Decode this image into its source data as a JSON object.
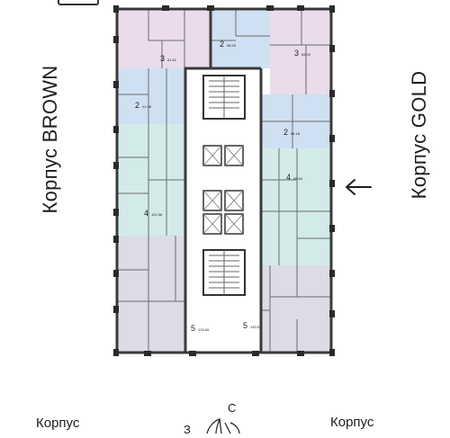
{
  "labels": {
    "left_building": "Корпус BROWN",
    "right_building": "Корпус GOLD",
    "bottom_left": "Корпус",
    "bottom_right": "Корпус"
  },
  "compass": {
    "north": "С",
    "west": "З"
  },
  "colors": {
    "pink": "#eadcea",
    "blue": "#cfe0f2",
    "teal": "#d2ebe8",
    "gray": "#dcdbe6",
    "wall": "#3a3a3a",
    "core": "#ffffff"
  },
  "apartments": [
    {
      "zone": "pink",
      "rooms": "3",
      "area": "81.61"
    },
    {
      "zone": "blue",
      "rooms": "2",
      "area": "58.25"
    },
    {
      "zone": "pink",
      "rooms": "3",
      "area": "84.09"
    },
    {
      "zone": "blue",
      "rooms": "2",
      "area": "41.98"
    },
    {
      "zone": "blue",
      "rooms": "2",
      "area": "55.18"
    },
    {
      "zone": "teal",
      "rooms": "4",
      "area": "95.84"
    },
    {
      "zone": "teal",
      "rooms": "4",
      "area": "102.56"
    },
    {
      "zone": "gray",
      "rooms": "5",
      "area": "126.69"
    },
    {
      "zone": "gray",
      "rooms": "5",
      "area": "130.51"
    }
  ]
}
